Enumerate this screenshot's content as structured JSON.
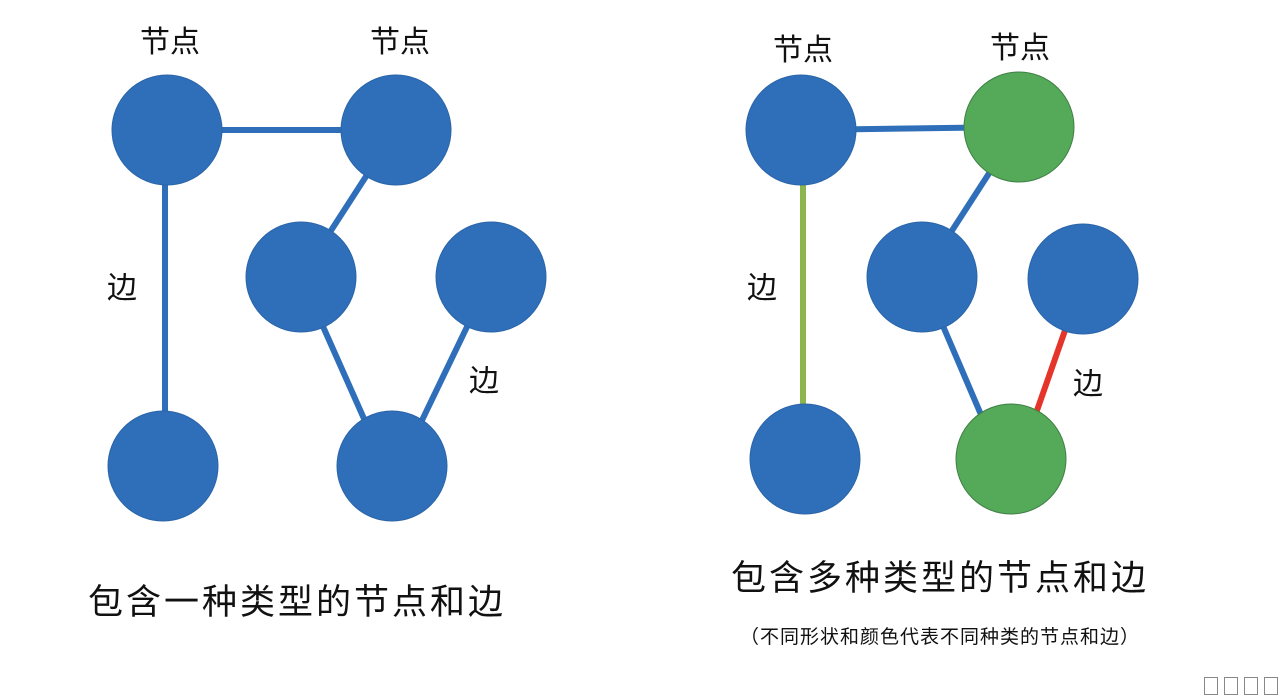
{
  "left_diagram": {
    "node_labels": [
      "节点",
      "节点"
    ],
    "edge_labels": [
      "边",
      "边"
    ],
    "caption": "包含一种类型的节点和边"
  },
  "right_diagram": {
    "node_labels": [
      "节点",
      "节点"
    ],
    "edge_labels": [
      "边",
      "边"
    ],
    "caption": "包含多种类型的节点和边",
    "subcaption": "（不同形状和颜色代表不同种类的节点和边）"
  },
  "colors": {
    "node_blue": "#2f6fba",
    "node_green": "#55aa5a",
    "edge_blue": "#2f6fba",
    "edge_light_green": "#8db54e",
    "edge_red": "#e5352b"
  }
}
